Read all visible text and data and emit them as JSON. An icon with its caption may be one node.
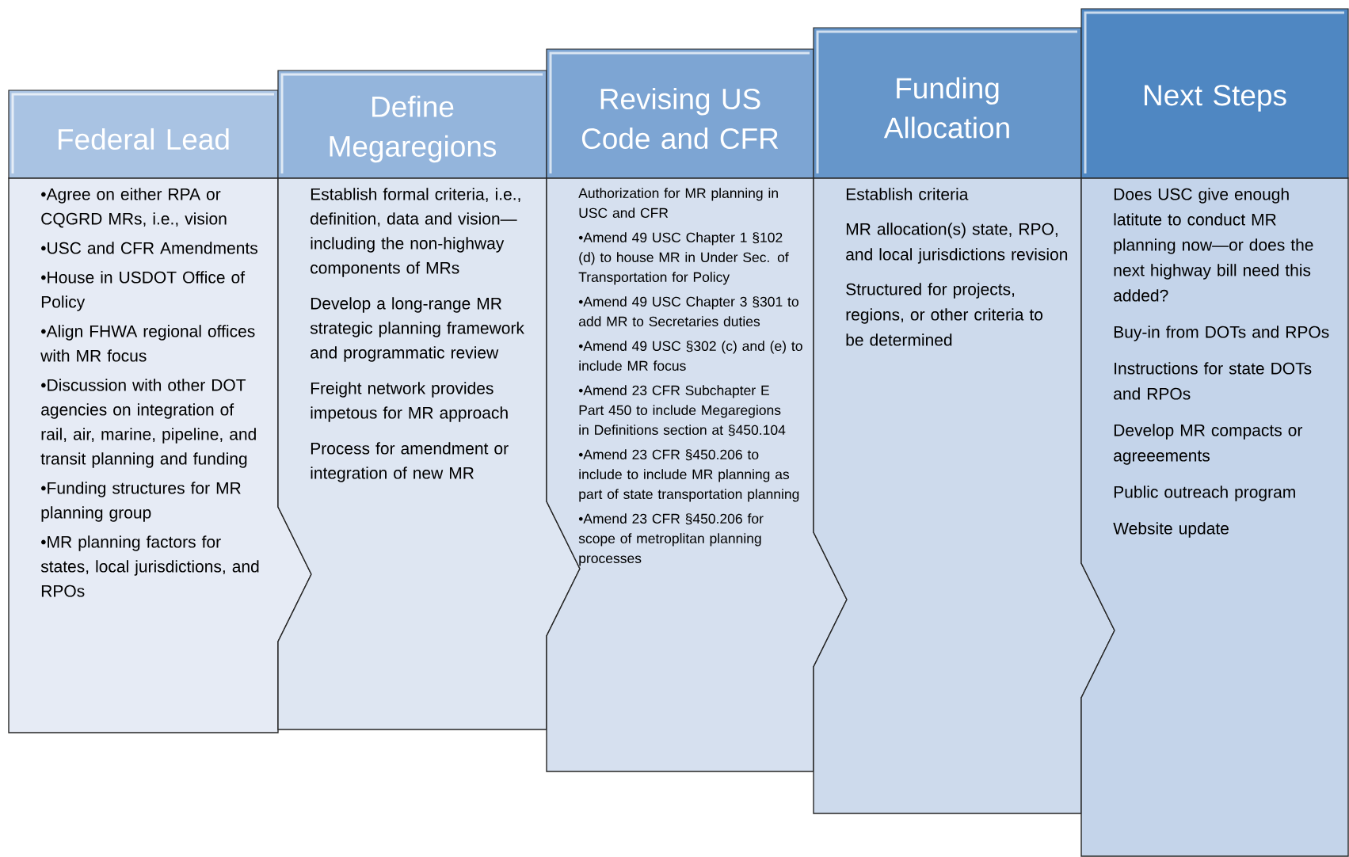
{
  "diagram": {
    "nodes": [
      {
        "text": [
          "Federal Lead"
        ]
      },
      {
        "text": [
          "•Agree on either RPA or CQGRD MRs, i.e., vision",
          "•USC and CFR Amendments",
          "•House in USDOT Office of Policy",
          "•Align FHWA regional offices with MR focus",
          "•Discussion with other DOT agencies on integration of rail, air, marine, pipeline, and transit planning and funding",
          "•Funding structures for MR planning group",
          "•MR planning factors for states, local jurisdictions, and RPOs"
        ]
      },
      {
        "text": [
          "Define Megaregions"
        ]
      },
      {
        "text": [
          "Establish formal criteria, i.e., definition, data and vision—including the non-highway components of MRs",
          "Develop a long-range MR strategic planning framework and programmatic review",
          "Freight network provides impetous for MR approach",
          "Process for amendment or integration of new MR"
        ]
      },
      {
        "text": [
          "Revising US Code and CFR"
        ]
      },
      {
        "text": [
          "Authorization for MR planning in USC and CFR",
          "•Amend 49 USC Chapter 1 §102 (d) to house MR in Under Sec. of Transportation for Policy",
          "•Amend 49 USC Chapter 3 §301 to add MR to Secretaries duties",
          "•Amend 49 USC §302 (c) and (e) to include MR focus",
          "•Amend 23 CFR Subchapter E Part 450 to include Megaregions in Definitions section at §450.104",
          "•Amend 23 CFR §450.206 to include to include MR planning as part of state transportation planning",
          "•Amend 23 CFR §450.206 for scope of metroplitan planning processes"
        ]
      },
      {
        "text": [
          "Funding Allocation"
        ]
      },
      {
        "text": [
          "Establish criteria",
          "MR allocation(s) state, RPO, and local jurisdictions revision",
          "Structured for projects, regions, or other criteria to be determined"
        ]
      },
      {
        "text": [
          "Next Steps"
        ]
      },
      {
        "text": [
          "Does USC give enough latitute to conduct MR planning now—or does the next highway bill need this added?",
          "Buy-in from DOTs and RPOs",
          "Instructions for state DOTs and RPOs",
          "Develop MR compacts or agreeements",
          "Public outreach program",
          "Website update"
        ]
      }
    ]
  }
}
